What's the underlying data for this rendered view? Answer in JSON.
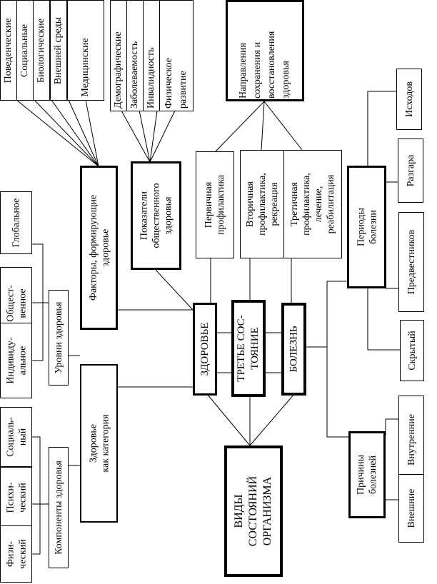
{
  "center": {
    "health": "ЗДОРОВЬЕ",
    "third_state": "ТРЕТЬЕ СОС-\nТОЯНИЕ",
    "disease": "БОЛЕЗНЬ",
    "organism_states": "ВИДЫ\nСОСТОЯНИЙ\nОРГАНИЗМА"
  },
  "factors": {
    "title": "Факторы, формирующие\nздоровье",
    "items": [
      "Поведенческие",
      "Социальные",
      "Биологические",
      "Внешней среды",
      "Медицинские"
    ]
  },
  "indicators": {
    "title": "Показатели\nобщественного\nздоровья",
    "items": [
      "Демографические",
      "Заболеваемость",
      "Инвалидность",
      "Физическое\nразвитие"
    ]
  },
  "directions": {
    "title": "Направления\nсохранения и\nвосстановления\nздоровья",
    "items": [
      "Первичная\nпрофилактика",
      "Вторичная\nпрофилактика,\nрекреация",
      "Третичная\nпрофилактика,\nлечение,\nреабилитация"
    ]
  },
  "category": {
    "title": "Здоровье\nкак категория"
  },
  "levels": {
    "title": "Уровни здоровья",
    "items": [
      "Глобальное",
      "Общест-\nвенное",
      "Индивиду-\nальное"
    ]
  },
  "components": {
    "title": "Компоненты здоровья",
    "items": [
      "Социаль-\nный",
      "Психи-\nческий",
      "Физи-\nческий"
    ]
  },
  "periods": {
    "title": "Периоды\nболезни",
    "items": [
      "Исходов",
      "Разгара",
      "Предвестников",
      "Скрытый"
    ]
  },
  "causes": {
    "title": "Причины\nболезней",
    "items": [
      "Внутренние",
      "Внешние"
    ]
  }
}
